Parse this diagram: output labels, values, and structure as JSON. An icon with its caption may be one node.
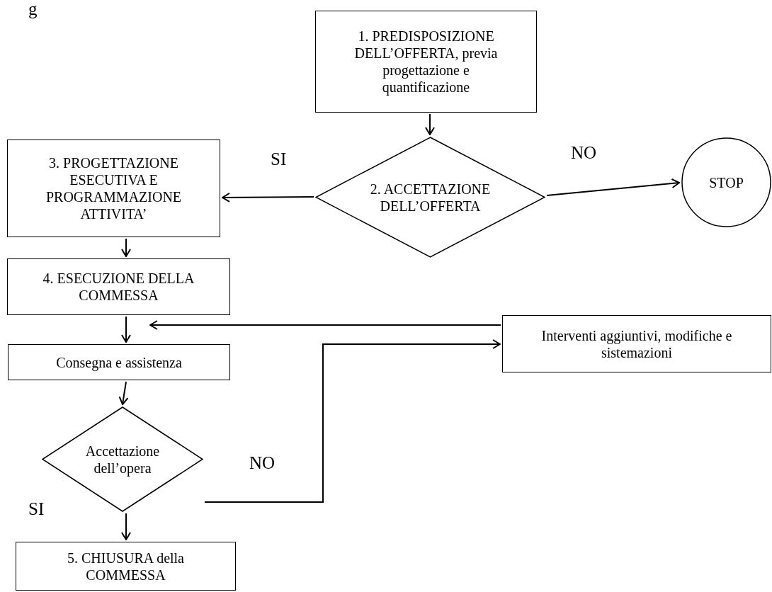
{
  "diagram": {
    "nodes": [
      {
        "text": [
          "1. PREDISPOSIZIONE DELL’OFFERTA, previa progettazione e quantificazione"
        ]
      },
      {
        "text": [
          "2. ACCETTAZIONE DELL’OFFERTA"
        ]
      },
      {
        "text": [
          "STOP"
        ]
      },
      {
        "text": [
          "3. PROGETTAZIONE ESECUTIVA E PROGRAMMAZIONE ATTIVITA’"
        ]
      },
      {
        "text": [
          "4. ESECUZIONE DELLA COMMESSA"
        ]
      },
      {
        "text": [
          "Consegna e assistenza"
        ]
      },
      {
        "text": [
          "Accettazione dell’opera"
        ]
      },
      {
        "text": [
          "5. CHIUSURA della COMMESSA"
        ]
      },
      {
        "text": [
          "Interventi aggiuntivi, modifiche e sistemazioni"
        ]
      }
    ],
    "edges": [
      {
        "from": 0,
        "to": 1,
        "arrow": "to"
      },
      {
        "from": 1,
        "to": 3,
        "arrow": "to",
        "label": "SI"
      },
      {
        "from": 1,
        "to": 2,
        "arrow": "to",
        "label": "NO"
      },
      {
        "from": 3,
        "to": 4,
        "arrow": "to"
      },
      {
        "from": 4,
        "to": 5,
        "arrow": "to"
      },
      {
        "from": 8,
        "to": 5,
        "arrow": "to"
      },
      {
        "from": 5,
        "to": 6,
        "arrow": "to"
      },
      {
        "from": 6,
        "to": 8,
        "arrow": "to",
        "label": "NO"
      },
      {
        "from": 6,
        "to": 7,
        "arrow": "to",
        "label": "SI"
      }
    ],
    "labels": [
      "g"
    ]
  }
}
